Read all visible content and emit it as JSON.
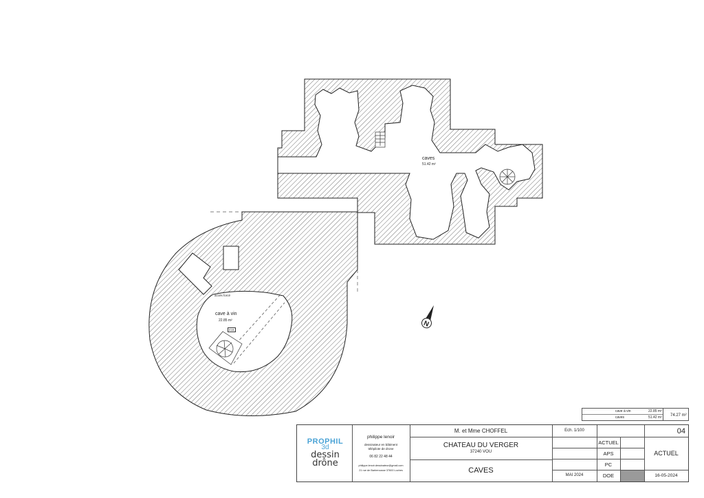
{
  "rooms": {
    "caves": {
      "name": "caves",
      "area": "51.42 m²"
    },
    "cave_a_vin": {
      "name": "cave à vin",
      "area": "22.85 m²"
    },
    "access_label": "accès forcé",
    "stair_tag": "E1B"
  },
  "area_table": {
    "rows": [
      {
        "name": "cave à vin",
        "area": "22.85 m²"
      },
      {
        "name": "caves",
        "area": "51.42 m²"
      }
    ],
    "total": "74.27 m²"
  },
  "title_block": {
    "logo": {
      "line1": "PROPHIL",
      "line2": "3d",
      "line3": "dessin",
      "line4": "drône"
    },
    "author": {
      "name": "philippe lenoir",
      "role": "dessinateur en bâtiment\ntélépilote de drone",
      "phone": "06 82 22 48 44",
      "email": "philippe.lenoir.dessinateur@gmail.com",
      "address": "21 rue de Barberousse 37600 Loches"
    },
    "client": "M. et Mme CHOFFEL",
    "project": "CHATEAU DU VERGER",
    "location": "37240 VOU",
    "sheet_title": "CAVES",
    "scale": "Ech. 1/100",
    "date": "MAI 2024",
    "phases": [
      "ACTUEL",
      "APS",
      "PC",
      "DOE"
    ],
    "sheet_number": "04",
    "status": "ACTUEL",
    "revision_date": "16-05-2024"
  }
}
